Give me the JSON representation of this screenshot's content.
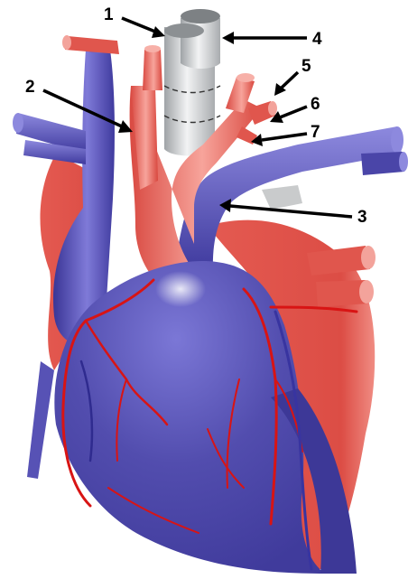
{
  "labels": [
    {
      "id": "label-1",
      "text": "1"
    },
    {
      "id": "label-2",
      "text": "2"
    },
    {
      "id": "label-3",
      "text": "3"
    },
    {
      "id": "label-4",
      "text": "4"
    },
    {
      "id": "label-5",
      "text": "5"
    },
    {
      "id": "label-6",
      "text": "6"
    },
    {
      "id": "label-7",
      "text": "7"
    }
  ],
  "colors": {
    "artery": "#e0574f",
    "artery_light": "#f59b93",
    "vein": "#4a45a8",
    "vein_light": "#8f8be0",
    "trachea": "#c9cbcc",
    "vessel_lines": "#d81414",
    "pointer": "#000000"
  }
}
